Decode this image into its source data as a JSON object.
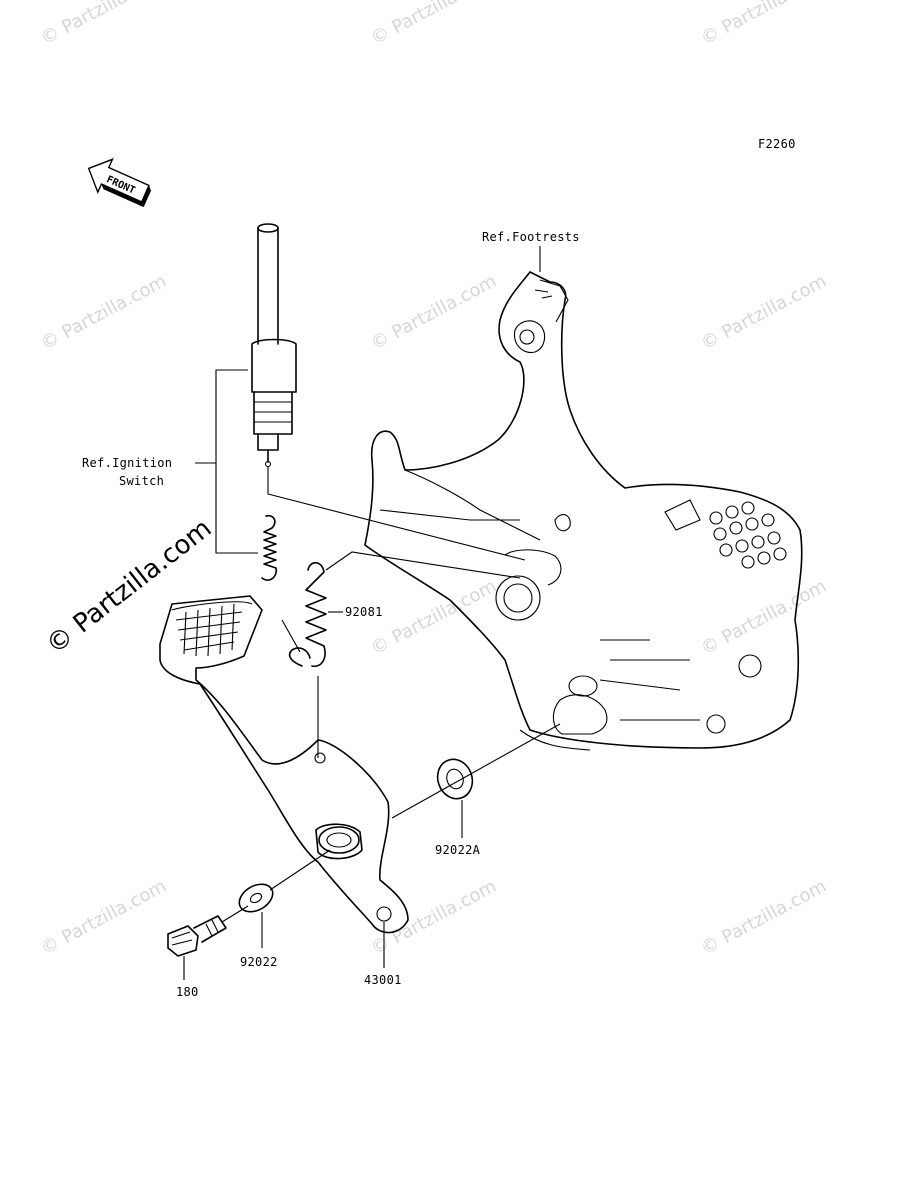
{
  "diagram_code": "F2260",
  "front_arrow_label": "FRONT",
  "labels": {
    "ref_footrests": "Ref.Footrests",
    "ref_ignition_line1": "Ref.Ignition",
    "ref_ignition_line2": "Switch",
    "part_92081": "92081",
    "part_92022A": "92022A",
    "part_92022": "92022",
    "part_43001": "43001",
    "part_180": "180"
  },
  "watermark": {
    "text": "© Partzilla.com",
    "large_text": "© Partzilla.com"
  }
}
